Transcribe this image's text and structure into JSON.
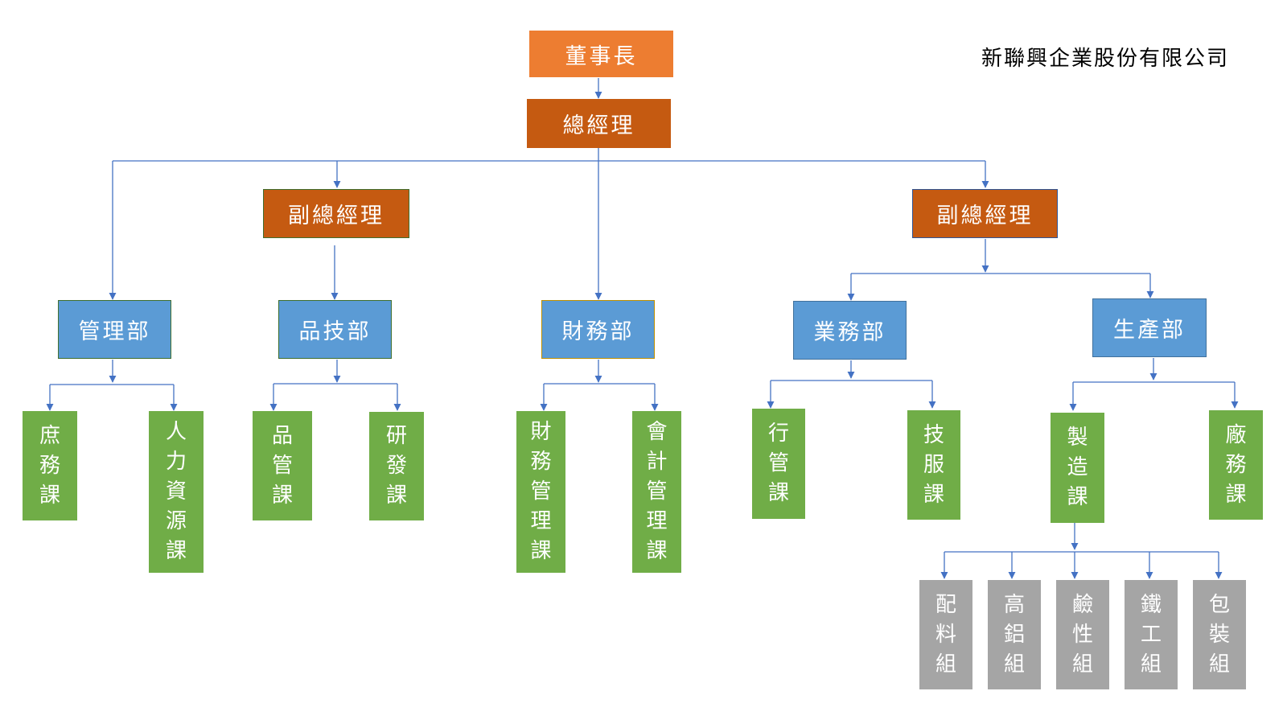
{
  "company": "新聯興企業股份有限公司",
  "chairman": "董事長",
  "general_manager": "總經理",
  "vice_gm_left": "副總經理",
  "vice_gm_right": "副總經理",
  "departments": {
    "management": "管理部",
    "quality_tech": "品技部",
    "finance": "財務部",
    "business": "業務部",
    "production": "生產部"
  },
  "sections": {
    "general_affairs": "庶務課",
    "human_resources": "人力資源課",
    "quality_control": "品管課",
    "rnd": "研發課",
    "financial_management": "財務管理課",
    "accounting_management": "會計管理課",
    "admin_management": "行管課",
    "tech_service": "技服課",
    "manufacturing": "製造課",
    "plant_affairs": "廠務課"
  },
  "groups": {
    "compounding": "配料組",
    "high_aluminum": "高鋁組",
    "alkali": "鹼性組",
    "iron_work": "鐵工組",
    "packaging": "包裝組"
  },
  "colors": {
    "top": "#ED7D31",
    "executive": "#C55A11",
    "department": "#5B9BD5",
    "section": "#70AD47",
    "group": "#A5A5A5",
    "connector": "#4472C4"
  }
}
